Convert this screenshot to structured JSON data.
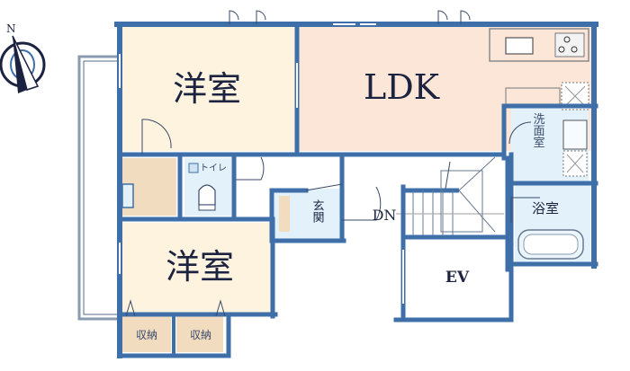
{
  "compass": {
    "north_label": "N"
  },
  "rooms": {
    "western_room_1": {
      "label": "洋室"
    },
    "ldk": {
      "label": "LDK"
    },
    "toilet": {
      "label": "トイレ"
    },
    "entrance": {
      "label": "玄関"
    },
    "stairs": {
      "label": "DN"
    },
    "elevator": {
      "label": "EV"
    },
    "washroom": {
      "label": "洗面室"
    },
    "bathroom": {
      "label": "浴室"
    },
    "western_room_2": {
      "label": "洋室"
    },
    "storage_1": {
      "label": "収納"
    },
    "storage_2": {
      "label": "収納"
    }
  },
  "colors": {
    "wall": "#3f6fa8",
    "wall_dark": "#2a5489",
    "western_room_fill": "#fdf3de",
    "ldk_fill": "#fce6d8",
    "wet_area_fill": "#e3f1fa",
    "storage_fill": "#f2dcc0",
    "balcony_line": "#7a8aa0",
    "text": "#1c2340"
  }
}
